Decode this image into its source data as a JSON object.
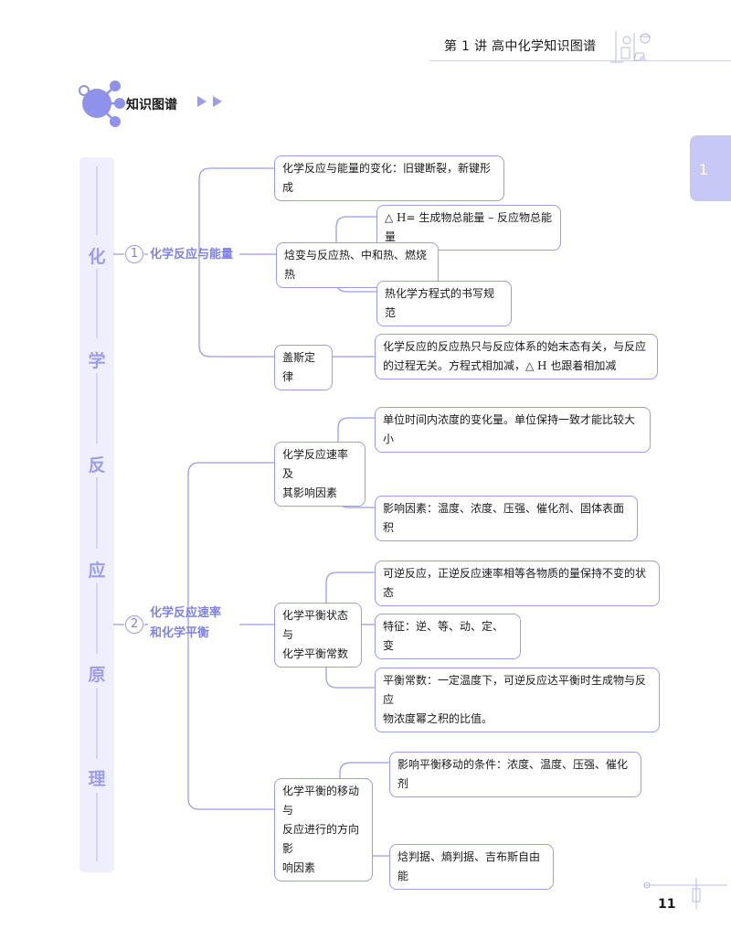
{
  "header": {
    "title": "第 1 讲   高中化学知识图谱"
  },
  "side_tab": {
    "number": "1"
  },
  "section": {
    "title": "知识图谱"
  },
  "vertical_title": [
    "化",
    "学",
    "反",
    "应",
    "原",
    "理"
  ],
  "branch1": {
    "number": "1",
    "label": "化学反应与能量",
    "nodes": {
      "change": "化学反应与能量的变化：旧键断裂，新键形成",
      "enthalpy": "焓变与反应热、中和热、燃烧热",
      "dh": "△ H= 生成物总能量 – 反应物总能量",
      "thermo_eq": "热化学方程式的书写规范",
      "hess": "盖斯定律",
      "hess_desc": "化学反应的反应热只与反应体系的始末态有关，与反应\n的过程无关。方程式相加减，△ H 也跟着相加减"
    }
  },
  "branch2": {
    "number": "2",
    "label_line1": "化学反应速率",
    "label_line2": "和化学平衡",
    "nodes": {
      "rate": "化学反应速率及\n其影响因素",
      "rate_def": "单位时间内浓度的变化量。单位保持一致才能比较大小",
      "rate_factors": "影响因素：温度、浓度、压强、催化剂、固体表面积",
      "eq_state": "化学平衡状态与\n化学平衡常数",
      "eq_def": "可逆反应，正逆反应速率相等各物质的量保持不变的状态",
      "eq_features": "特征：逆、等、动、定、变",
      "eq_const": "平衡常数：一定温度下，可逆反应达平衡时生成物与反应\n物浓度幂之积的比值。",
      "shift": "化学平衡的移动与\n反应进行的方向影\n响因素",
      "shift_conditions": "影响平衡移动的条件：浓度、温度、压强、催化剂",
      "criteria": "焓判据、熵判据、吉布斯自由能"
    }
  },
  "footer": {
    "page_number": "11"
  },
  "colors": {
    "accent": "#9a9cec",
    "accent_dark": "#7f82e2",
    "sidebar": "#eeeefd",
    "tab": "#c7c8f5"
  }
}
